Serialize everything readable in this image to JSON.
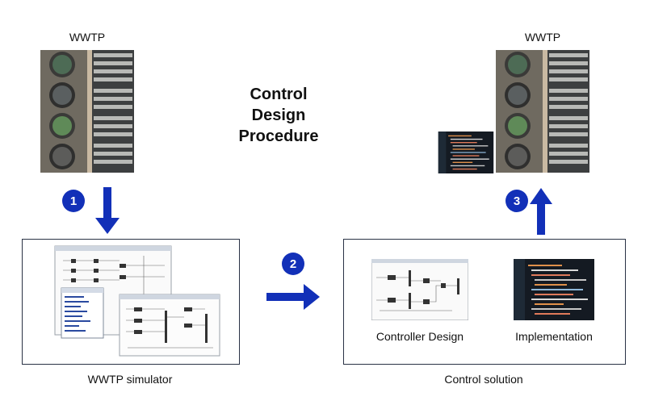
{
  "title": "Control\nDesign\nProcedure",
  "wwtp_left_label": "WWTP",
  "wwtp_right_label": "WWTP",
  "steps": [
    "1",
    "2",
    "3"
  ],
  "simulator_label": "WWTP simulator",
  "solution_label": "Control solution",
  "controller_design_label": "Controller Design",
  "implementation_label": "Implementation",
  "colors": {
    "accent": "#1230b8",
    "panel_border": "#2a3245"
  }
}
